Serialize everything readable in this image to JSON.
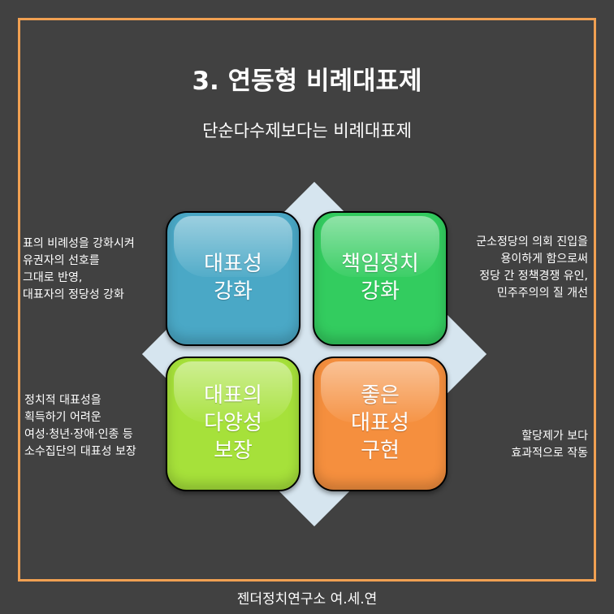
{
  "title": "3. 연동형 비례대표제",
  "subtitle": "단순다수제보다는 비례대표제",
  "quadrants": {
    "top_left": {
      "label": "대표성\n강화",
      "color": "#4aa8c6"
    },
    "top_right": {
      "label": "책임정치\n강화",
      "color": "#33cc5f"
    },
    "bottom_left": {
      "label": "대표의\n다양성\n보장",
      "color": "#a6e13a"
    },
    "bottom_right": {
      "label": "좋은\n대표성\n구현",
      "color": "#f58f3e"
    }
  },
  "notes": {
    "top_left": "표의 비례성을 강화시켜\n유권자의 선호를\n그대로 반영,\n대표자의 정당성 강화",
    "top_right": "군소정당의 의회 진입을\n용이하게 함으로써\n정당 간 정책경쟁 유인,\n민주주의의 질 개선",
    "bottom_left": "정치적 대표성을\n획득하기 어려운\n여성·청년·장애·인종 등\n소수집단의 대표성 보장",
    "bottom_right": "할당제가 보다\n효과적으로 작동"
  },
  "footer": "젠더정치연구소 여.세.연",
  "colors": {
    "background": "#414141",
    "frame": "#f0a052",
    "diamond": "#d6e5ef"
  }
}
